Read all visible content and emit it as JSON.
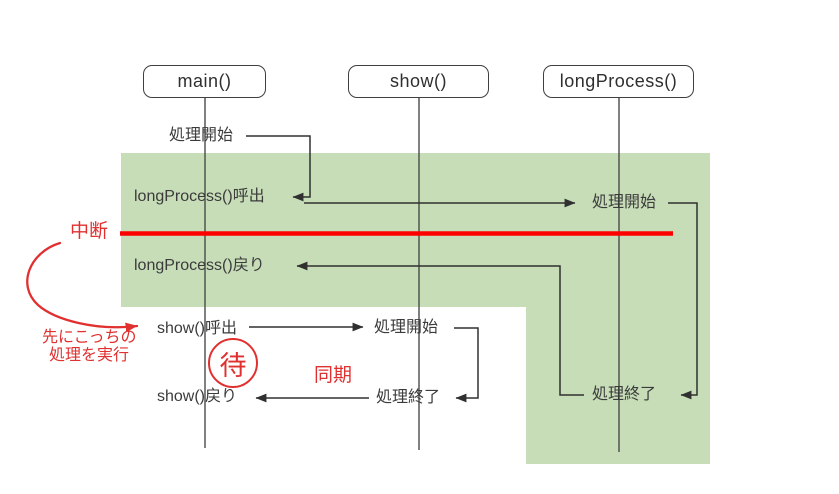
{
  "diagram": {
    "actors": [
      {
        "label": "main()"
      },
      {
        "label": "show()"
      },
      {
        "label": "longProcess()"
      }
    ],
    "messages": {
      "main_start": "処理開始",
      "lp_call": "longProcess()呼出",
      "lp_start": "処理開始",
      "lp_return": "longProcess()戻り",
      "show_call": "show()呼出",
      "show_start": "処理開始",
      "show_return": "show()戻り",
      "show_end": "処理終了",
      "lp_end": "処理終了"
    },
    "annotations": {
      "interrupt": "中断",
      "wait": "待",
      "sync": "同期",
      "note_line1": "先にこっちの",
      "note_line2": "処理を実行"
    },
    "colors": {
      "highlight_green": "#c7ddb8",
      "interrupt_line_red": "#fd0000",
      "annotation_red": "#e03030",
      "diagram_black": "#303030"
    }
  }
}
